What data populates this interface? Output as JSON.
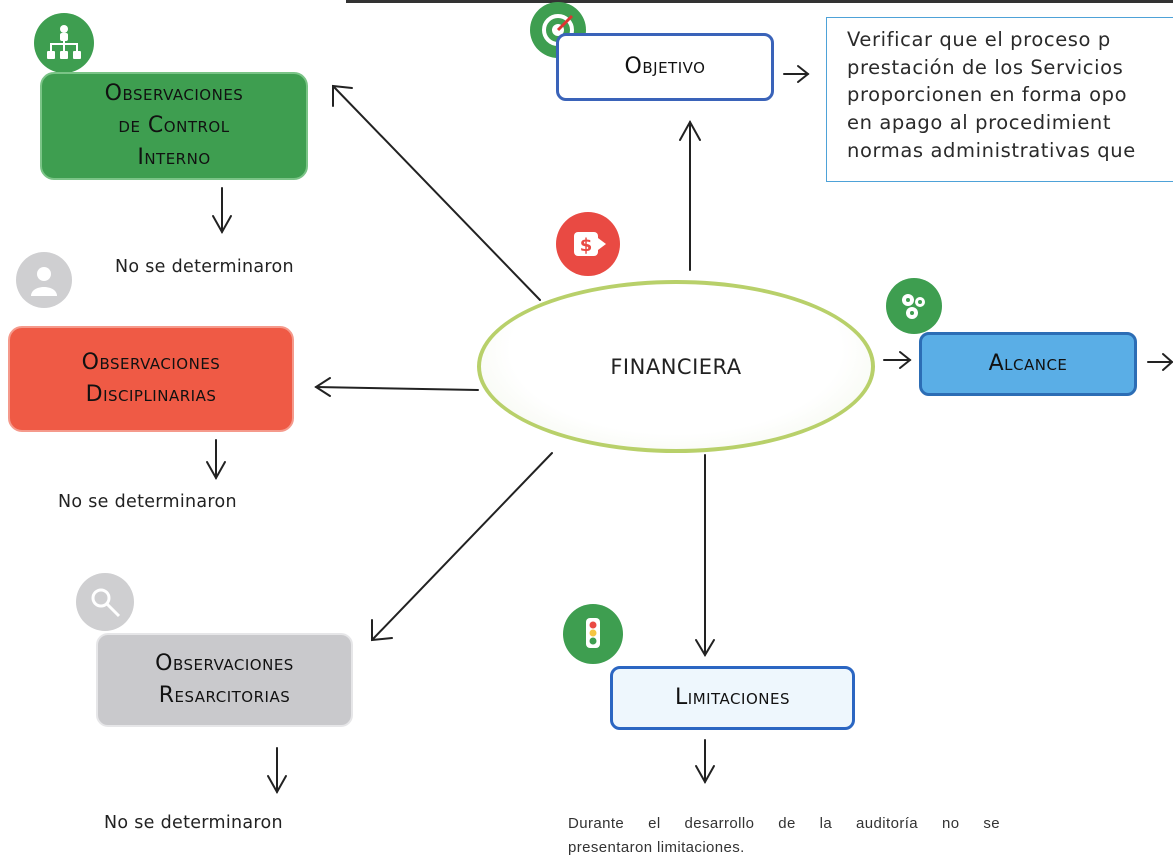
{
  "center": {
    "label": "FINANCIERA"
  },
  "objetivo": {
    "label": "Objetivo"
  },
  "objetivo_text": {
    "lines": [
      "Verificar que el proceso p",
      "prestación de los Servicios",
      "proporcionen en forma opo",
      "en apago al procedimient",
      "normas administrativas que"
    ]
  },
  "alcance": {
    "label": "Alcance"
  },
  "limitaciones": {
    "label": "Limitaciones",
    "note_line1": "Durante el desarrollo de la auditoría no se",
    "note_line2": "presentaron limitaciones."
  },
  "control_interno": {
    "lines": [
      "Observaciones",
      "de Control",
      "Interno"
    ],
    "note": "No se determinaron"
  },
  "disciplinarias": {
    "lines": [
      "Observaciones",
      "Disciplinarias"
    ],
    "note": "No se determinaron"
  },
  "resarcitorias": {
    "lines": [
      "Observaciones",
      "Resarcitorias"
    ],
    "note": "No se determinaron"
  },
  "icons": {
    "control_interno": "org-chart-icon",
    "disciplinarias": "person-icon",
    "resarcitorias": "magnifier-person-icon",
    "objetivo": "target-icon",
    "center": "money-hand-icon",
    "alcance": "gears-icon",
    "limitaciones": "traffic-light-icon"
  },
  "colors": {
    "control_interno": "#3e9e50",
    "disciplinarias": "#ef5a45",
    "resarcitorias": "#c9c9cc",
    "alcance": "#5aaee6",
    "border_blue": "#2b66c2",
    "ellipse_border": "#b8d06a"
  }
}
